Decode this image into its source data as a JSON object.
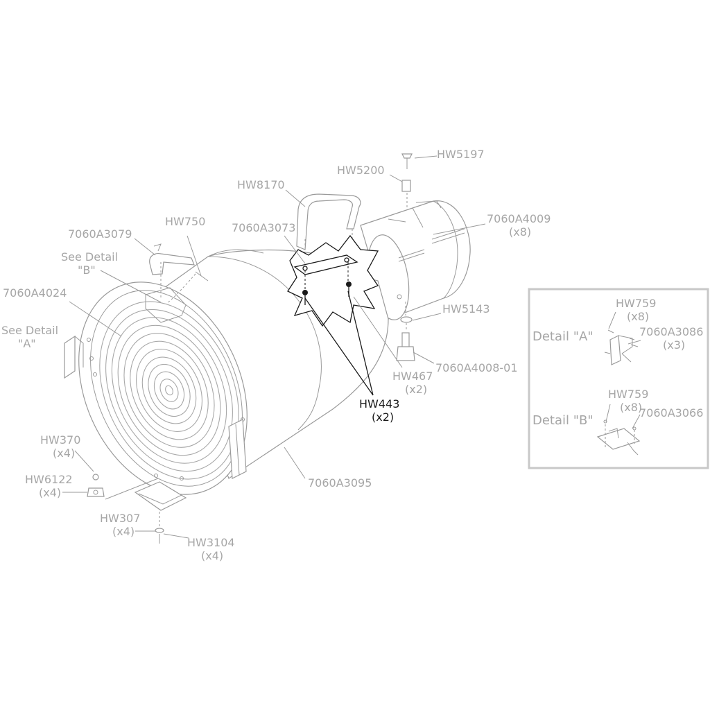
{
  "parts": {
    "hw5197": "HW5197",
    "hw5200": "HW5200",
    "hw8170": "HW8170",
    "a4009": "7060A4009",
    "a4009_qty": "(x8)",
    "a3073": "7060A3073",
    "a3079": "7060A3079",
    "hw750": "HW750",
    "a4024": "7060A4024",
    "hw5143": "HW5143",
    "a4008": "7060A4008-01",
    "hw467": "HW467",
    "hw467_qty": "(x2)",
    "hw443": "HW443",
    "hw443_qty": "(x2)",
    "hw370": "HW370",
    "hw370_qty": "(x4)",
    "hw6122": "HW6122",
    "hw6122_qty": "(x4)",
    "hw307": "HW307",
    "hw307_qty": "(x4)",
    "hw3104": "HW3104",
    "hw3104_qty": "(x4)",
    "a3095": "7060A3095"
  },
  "callouts": {
    "see_detail_b_1": "See Detail",
    "see_detail_b_2": "\"B\"",
    "see_detail_a_1": "See Detail",
    "see_detail_a_2": "\"A\""
  },
  "detail_box": {
    "detail_a_title": "Detail  \"A\"",
    "detail_a_part1": "HW759",
    "detail_a_part1_qty": "(x8)",
    "detail_a_part2": "7060A3086",
    "detail_a_part2_qty": "(x3)",
    "detail_b_title": "Detail  \"B\"",
    "detail_b_part1": "HW759",
    "detail_b_part1_qty": "(x8)",
    "detail_b_part2": "7060A3066"
  }
}
